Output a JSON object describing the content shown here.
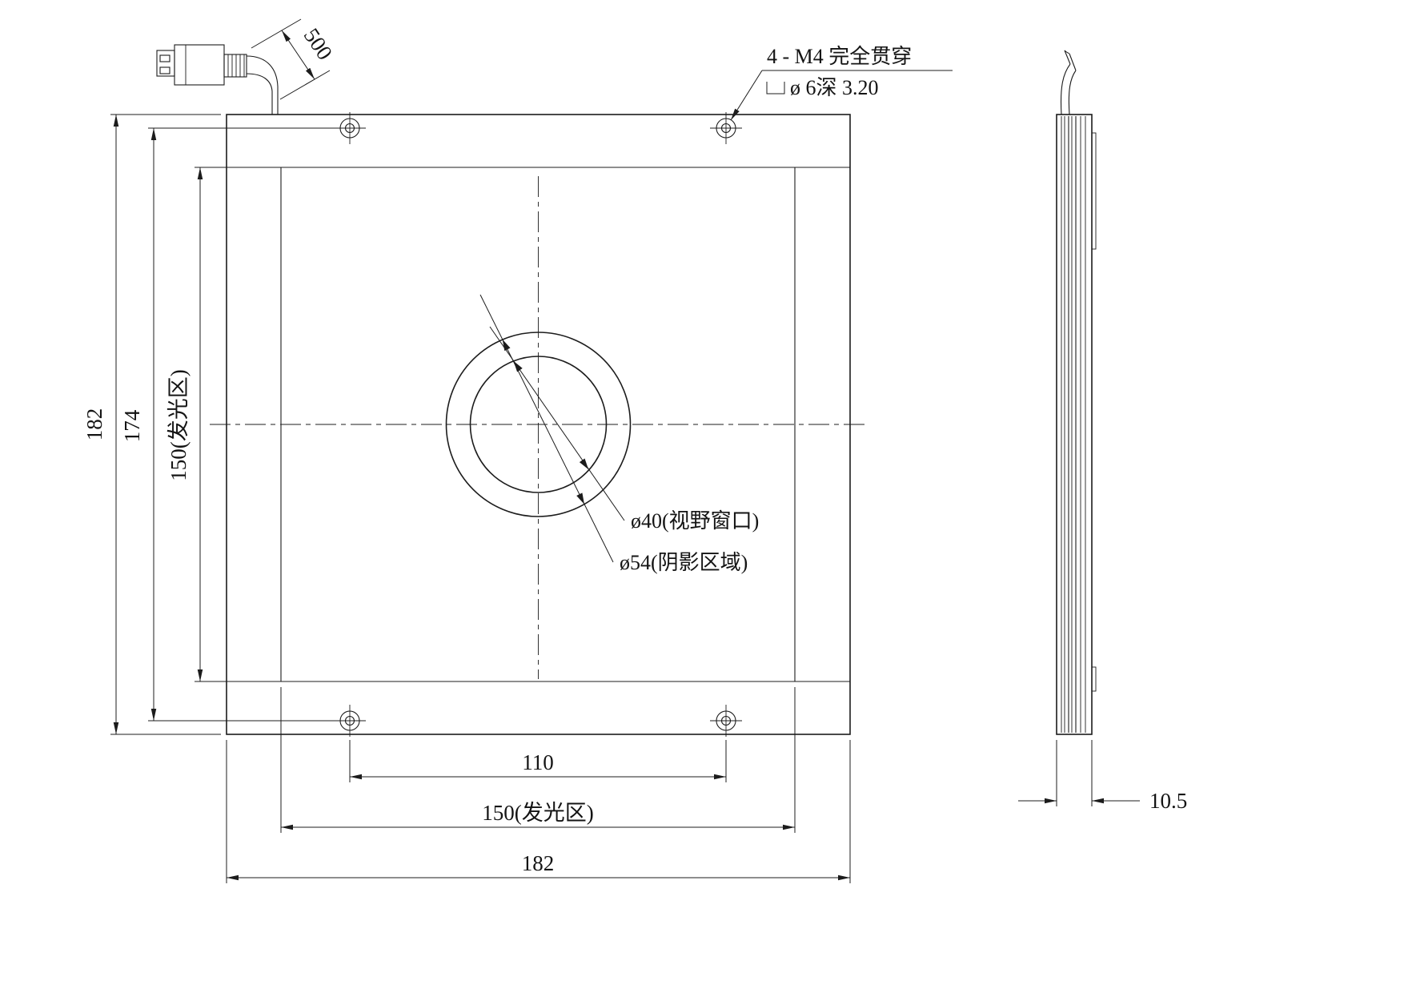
{
  "front_view": {
    "dims": {
      "outer_height": "182",
      "hole_spacing_v": "174",
      "emitting_height": "150(发光区)",
      "hole_spacing_h": "110",
      "emitting_width": "150(发光区)",
      "outer_width": "182",
      "cable_length": "500"
    },
    "labels": {
      "window": "ø40(视野窗口)",
      "shadow": "ø54(阴影区域)"
    }
  },
  "callout": {
    "line1": "4 - M4 完全贯穿",
    "line2": "ø 6深 3.20"
  },
  "side_view": {
    "thickness": "10.5"
  },
  "colors": {
    "line": "#1c1c1c",
    "background": "#ffffff"
  }
}
